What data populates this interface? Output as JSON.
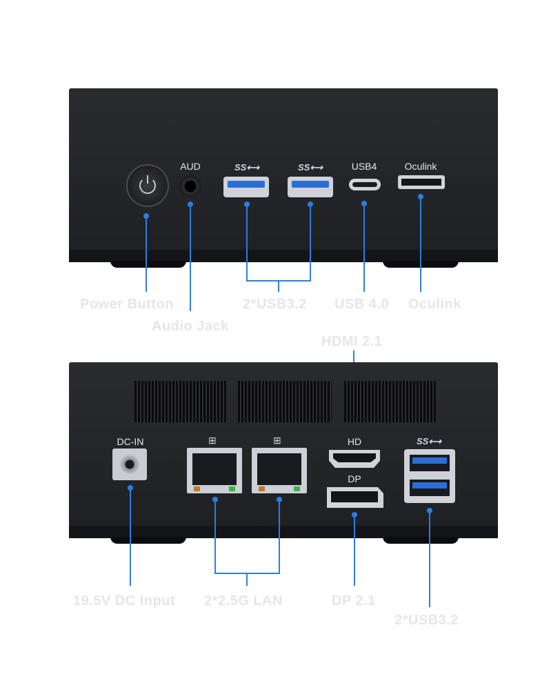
{
  "front": {
    "labels": {
      "aud": "AUD",
      "usb4": "USB4",
      "oculink": "Oculink",
      "ss1": "SS⟷",
      "ss2": "SS⟷"
    },
    "callouts": {
      "power": "Power Button",
      "audio": "Audio Jack",
      "usb32": "2*USB3.2",
      "usb40": "USB 4.0",
      "oculink": "Oculink"
    }
  },
  "back": {
    "labels": {
      "dcin": "DC-IN",
      "hd": "HD",
      "dp": "DP",
      "ss": "SS⟷"
    },
    "callouts": {
      "hdmi": "HDMI 2.1",
      "dc": "19.5V DC Input",
      "lan": "2*2.5G LAN",
      "dp": "DP 2.1",
      "usb": "2*USB3.2"
    }
  },
  "colors": {
    "accent": "#2a7fe0",
    "port_blue": "#2b6fd6"
  }
}
